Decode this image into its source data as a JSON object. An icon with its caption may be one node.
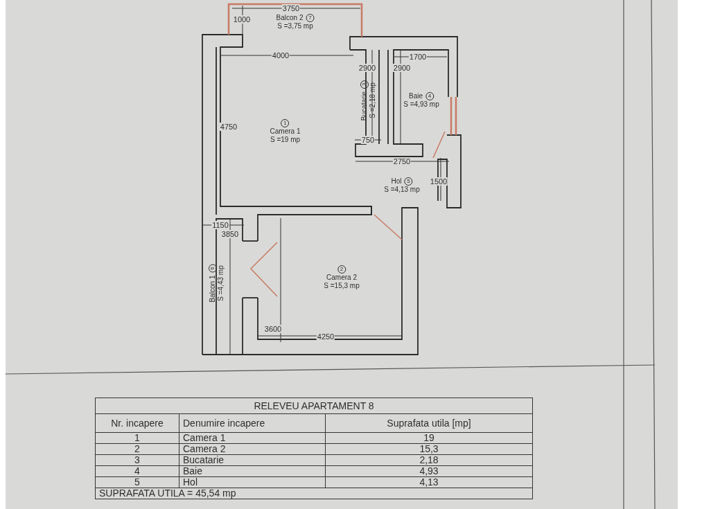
{
  "diagram": {
    "nodes": [
      {
        "text": [
          "Balcon 2",
          "7",
          "S =3,75 mp"
        ]
      },
      {
        "text": [
          "1",
          "Camera 1",
          "S =19 mp"
        ]
      },
      {
        "text": [
          "Bucatarie",
          "3",
          "S =2,18 mp"
        ]
      },
      {
        "text": [
          "Baie",
          "4",
          "S =4,93 mp"
        ]
      },
      {
        "text": [
          "Hol",
          "5",
          "S =4,13 mp"
        ]
      },
      {
        "text": [
          "Balcon 1",
          "6",
          "S =4,43 mp"
        ]
      },
      {
        "text": [
          "2",
          "Camera 2",
          "S =15,3 mp"
        ]
      }
    ],
    "edges": [],
    "labels": [
      "3750",
      "1000",
      "4000",
      "2900",
      "2900",
      "1700",
      "4750",
      "750",
      "2750",
      "1500",
      "1150",
      "3850",
      "3600",
      "4250",
      "RELEVEU APARTAMENT 8",
      "Nr. incapere",
      "Denumire incapere",
      "Suprafata utila [mp]",
      "1",
      "Camera 1",
      "19",
      "2",
      "Camera 2",
      "15,3",
      "3",
      "Bucatarie",
      "2,18",
      "4",
      "Baie",
      "4,93",
      "5",
      "Hol",
      "4,13",
      "SUPRAFATA UTILA = 45,54 mp"
    ]
  }
}
